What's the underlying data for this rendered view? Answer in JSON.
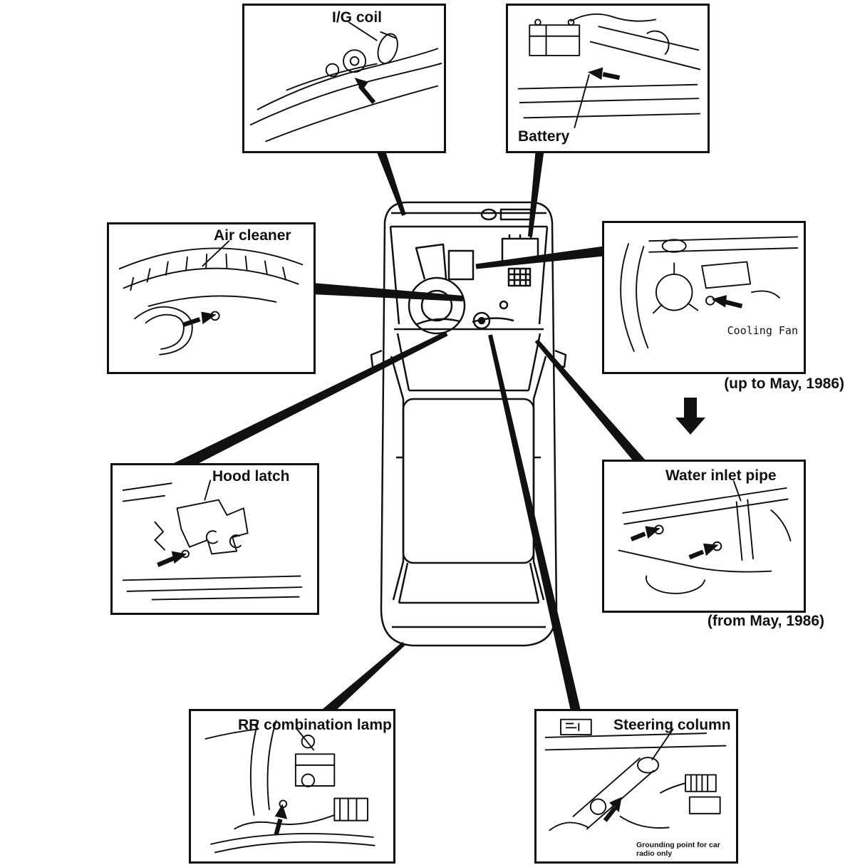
{
  "colors": {
    "ink": "#111111",
    "background": "#ffffff"
  },
  "callouts": {
    "ig_coil": {
      "label": "I/G coil"
    },
    "battery": {
      "label": "Battery"
    },
    "air_cleaner": {
      "label": "Air cleaner"
    },
    "cooling_fan": {
      "label": "Cooling Fan",
      "caption": "(up to May, 1986)"
    },
    "hood_latch": {
      "label": "Hood latch"
    },
    "water_inlet_pipe": {
      "label": "Water inlet pipe",
      "caption": "(from May, 1986)"
    },
    "rr_combination_lamp": {
      "label": "RR combination lamp"
    },
    "steering_column": {
      "label": "Steering column",
      "note": "Grounding point for car radio only"
    }
  }
}
